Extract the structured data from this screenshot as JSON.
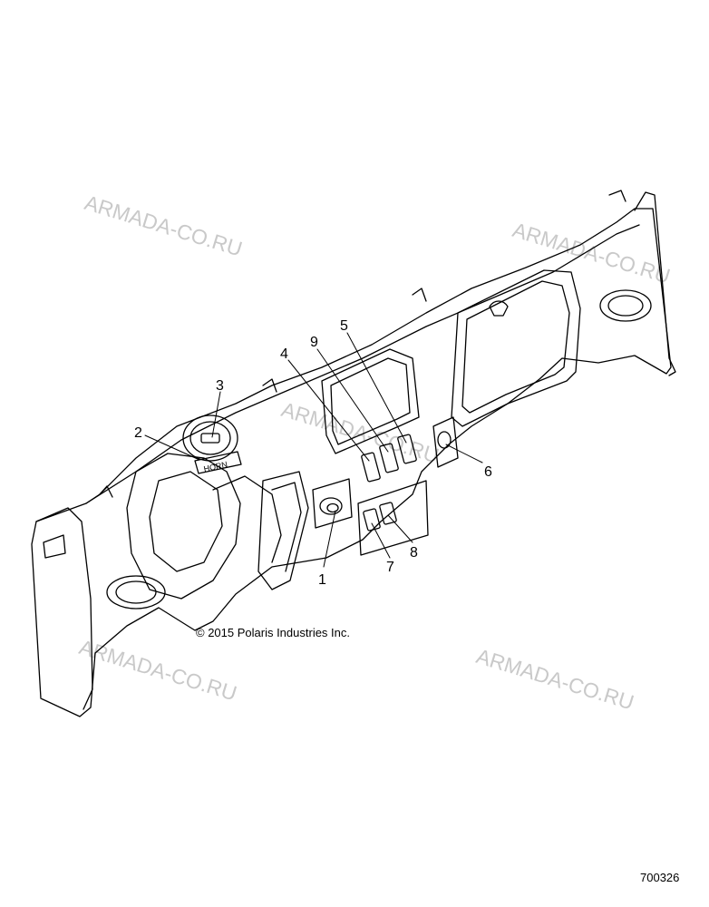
{
  "watermark": {
    "text_1": "ARMADA-CO.RU",
    "text_2": "ARMADA-CO.RU",
    "text_3": "ARMADA-CO.RU",
    "text_4": "ARMADA-CO.RU",
    "text_5": "ARMADA-CO.RU"
  },
  "callouts": {
    "c1": "1",
    "c2": "2",
    "c3": "3",
    "c4": "4",
    "c5": "5",
    "c6": "6",
    "c7": "7",
    "c8": "8",
    "c9": "9"
  },
  "copyright": "© 2015 Polaris Industries Inc.",
  "part_number": "700326",
  "horn_label": "HORN"
}
